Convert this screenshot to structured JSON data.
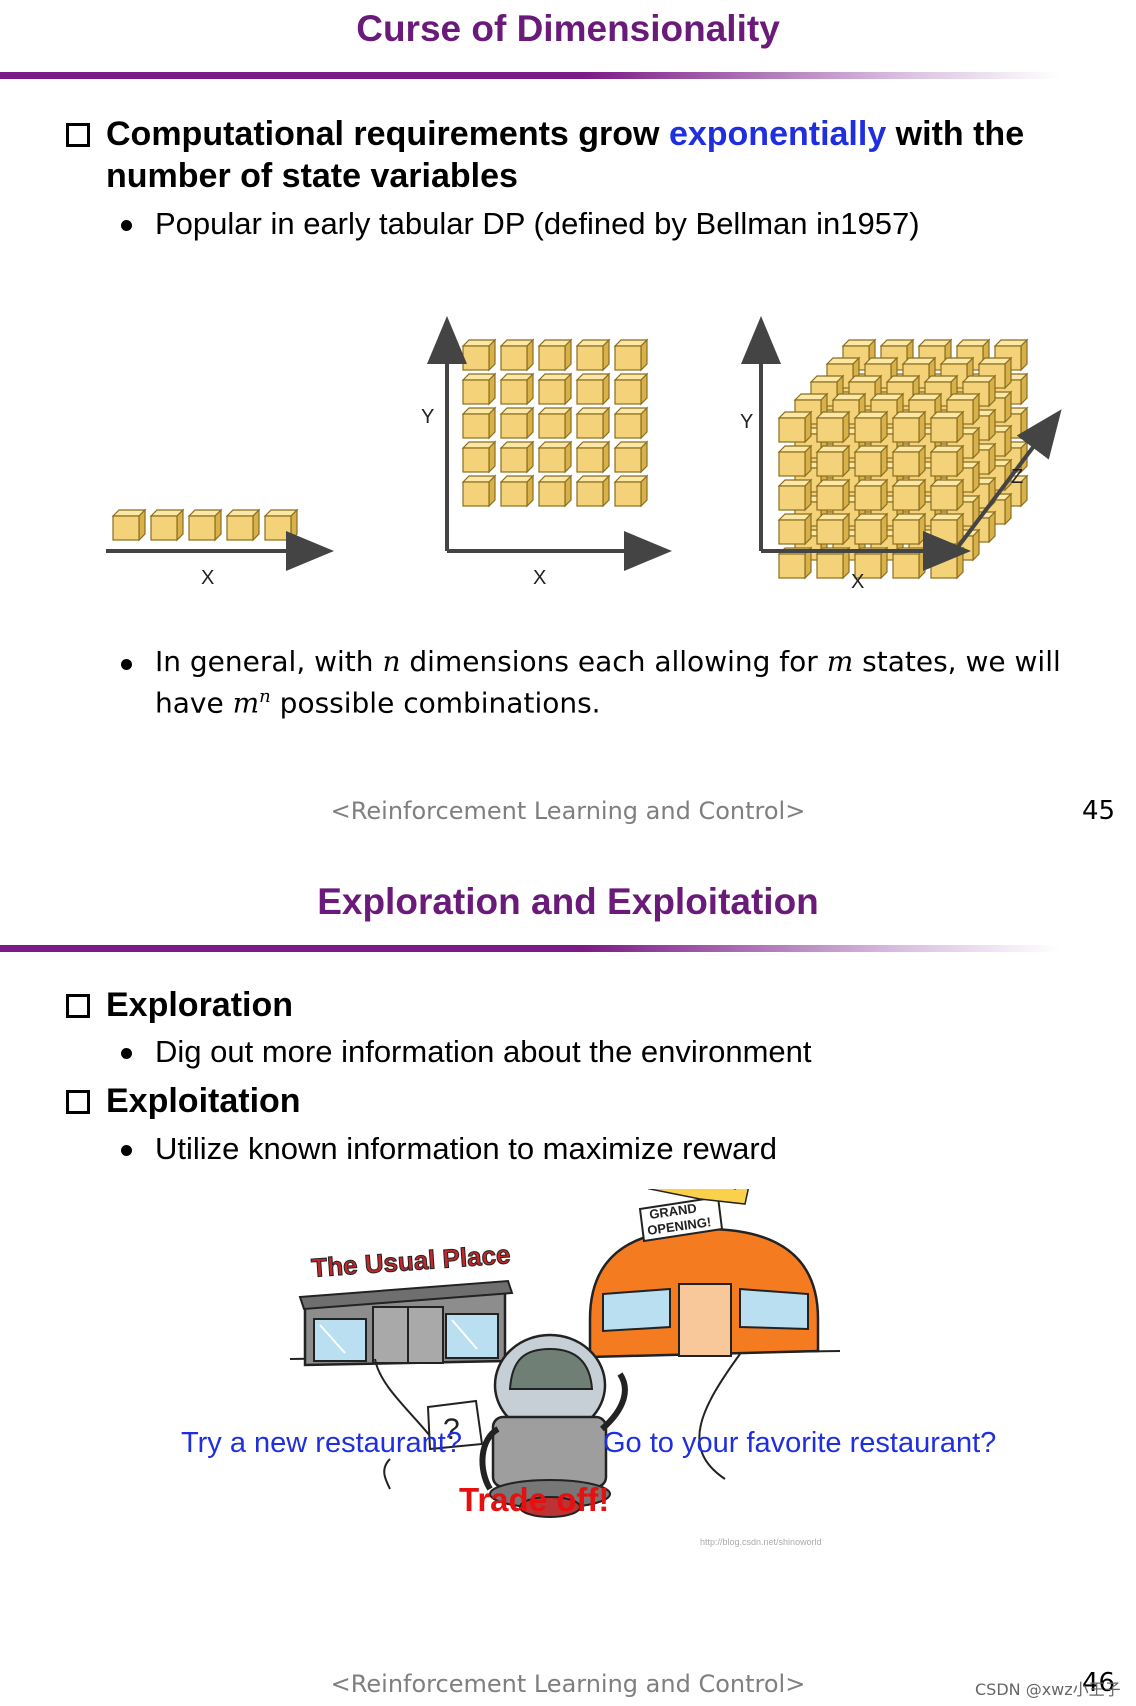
{
  "slide1": {
    "title": "Curse of Dimensionality",
    "point1": {
      "text_before": "Computational requirements grow ",
      "highlight": "exponentially",
      "text_after": " with the number of state variables"
    },
    "sub1": "Popular in early tabular DP (defined by Bellman in1957)",
    "figure": {
      "label_x": "X",
      "label_y": "Y",
      "label_z": "Z"
    },
    "sub2": {
      "p1": "In general, with ",
      "n": "n",
      "p2": " dimensions each allowing for ",
      "m": "m",
      "p3": " states, we will have ",
      "m2": "m",
      "sup": "n",
      "p4": " possible combinations."
    },
    "footer": "<Reinforcement Learning and Control>",
    "page_number": "45"
  },
  "slide2": {
    "title": "Exploration and Exploitation",
    "point1": "Exploration",
    "sub1": "Dig out more information about the environment",
    "point2": "Exploitation",
    "sub2": "Utilize known information to maximize reward",
    "illustration": {
      "sign_left": "The Usual Place",
      "sign_right_1": "GRAND",
      "sign_right_2": "OPENING!",
      "question": "?",
      "url_watermark": "http://blog.csdn.net/shinoworld"
    },
    "caption_left": "Try a new restaurant?",
    "caption_right": "Go to your favorite restaurant?",
    "tradeoff": "Trade off!",
    "footer": "<Reinforcement Learning and Control>",
    "page_number": "46",
    "watermark": "CSDN @xwz小王子"
  },
  "colors": {
    "title": "#6a1b7a",
    "accent_blue": "#1f2fe0",
    "accent_red": "#e61010",
    "cube": "#f3d27a"
  }
}
